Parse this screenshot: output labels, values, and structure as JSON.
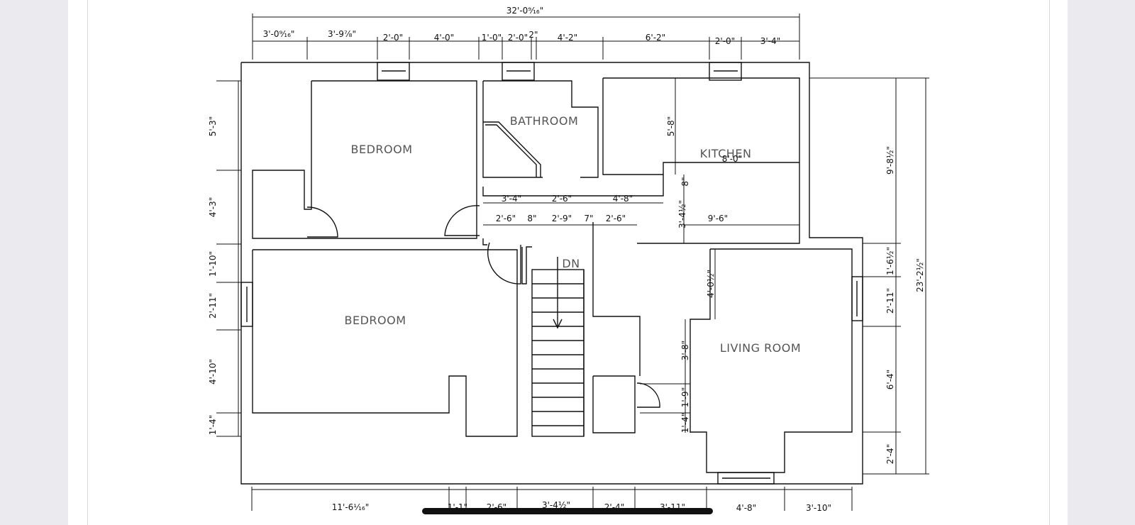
{
  "rooms": {
    "bedroom_top": "BEDROOM",
    "bathroom": "BATHROOM",
    "kitchen": "KITCHEN",
    "bedroom_bottom": "BEDROOM",
    "living_room": "LIVING ROOM",
    "stairs_down": "DN"
  },
  "dimensions": {
    "top_overall": "32'-0⁹⁄₁₆\"",
    "top": [
      "3'-0⁹⁄₁₆\"",
      "3'-9⁷⁄₈\"",
      "2'-0\"",
      "4'-0\"",
      "1'-0\"",
      "2'-0\"",
      "2\"",
      "4'-2\"",
      "6'-2\"",
      "2'-0\"",
      "3'-4\""
    ],
    "left": [
      "5'-3\"",
      "4'-3\"",
      "1'-10\"",
      "2'-11\"",
      "4'-10\"",
      "1'-4\""
    ],
    "right": [
      "9'-8½\"",
      "1'-6½\"",
      "2'-11\"",
      "6'-4\"",
      "2'-4\""
    ],
    "right_overall": "23'-2½\"",
    "bottom": [
      "11'-6¹⁄₁₆\"",
      "1'-1\"",
      "2'-6\"",
      "3'-4½\"",
      "2'-4\"",
      "3'-11\"",
      "4'-8\"",
      "3'-10\""
    ],
    "interior": {
      "kitchen_height": "5'-8\"",
      "kitchen_width": "8'-0\"",
      "kitchen_small": "8\"",
      "hall_row1": [
        "3'-4\"",
        "2'-6\"",
        "4'-8\""
      ],
      "hall_row2": [
        "2'-6\"",
        "8\"",
        "2'-9\"",
        "7\"",
        "2'-6\"",
        "9'-6\""
      ],
      "hall_vertical": "3'-4½\"",
      "living_upper": "4'-0½\"",
      "living_mid": "3'-8\"",
      "closet_height": "1'-9\"",
      "closet_bottom": "1'-4\""
    }
  }
}
